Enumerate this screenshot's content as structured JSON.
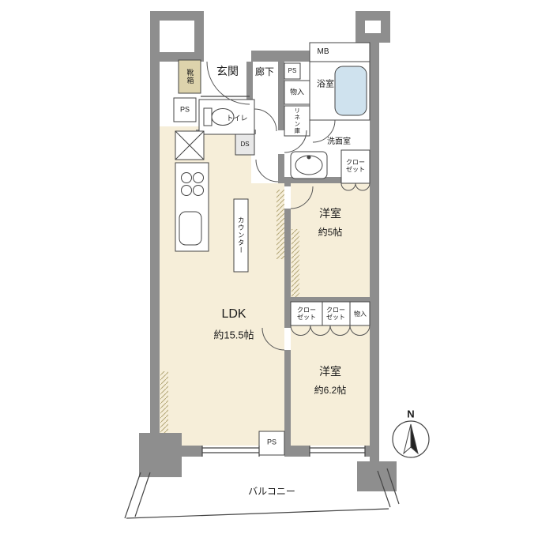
{
  "floor_plan": {
    "entrance": {
      "genkan": "玄関",
      "shoe_box": "靴箱",
      "hallway": "廊下"
    },
    "utilities": {
      "mb": "MB",
      "ps_top": "PS",
      "ps_left": "PS",
      "ps_bottom": "PS",
      "ds": "DS"
    },
    "storage": {
      "monoire_top": "物入",
      "linen": "リネン庫",
      "closet_top": "クローゼット",
      "closet_a": "クローゼット",
      "closet_b": "クローゼット",
      "monoire_right": "物入"
    },
    "wet_areas": {
      "bathroom": "浴室",
      "toilet": "トイレ",
      "washroom": "洗面室"
    },
    "rooms": {
      "ldk": {
        "name": "LDK",
        "size": "約15.5帖"
      },
      "bedroom_1": {
        "name": "洋室",
        "size": "約5帖"
      },
      "bedroom_2": {
        "name": "洋室",
        "size": "約6.2帖"
      }
    },
    "kitchen": {
      "counter": "カウンター"
    },
    "balcony": {
      "label": "バルコニー"
    },
    "compass": {
      "north": "N"
    },
    "colors": {
      "wall": "#8e8e8e",
      "room_fill": "#f6eed9",
      "bath_fill": "#cfe2ee",
      "shoe_box_fill": "#ddd3ac"
    }
  }
}
